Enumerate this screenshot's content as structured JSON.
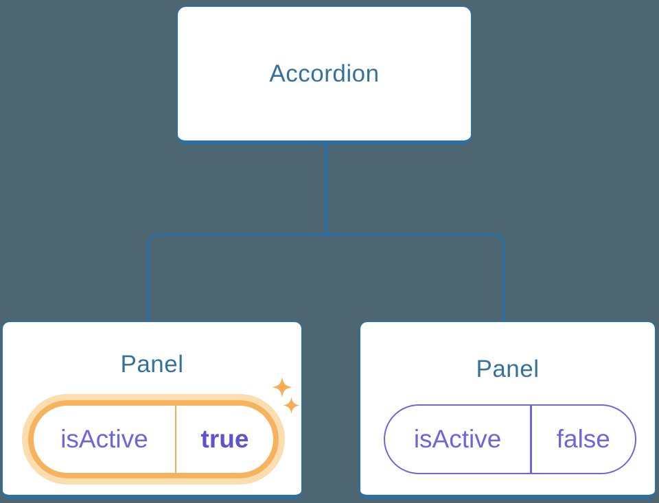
{
  "colors": {
    "background": "#4d6672",
    "tree_line": "#2e6f9f",
    "node_text": "#35719f",
    "state_purple": "#6b66d9",
    "state_purple_bold": "#5b53d1",
    "highlight_orange": "#f7b25e",
    "highlight_glow": "#fbddb0",
    "sparkle_orange": "#f6ad57"
  },
  "icons": {
    "sparkle-icon": "✦"
  },
  "diagram": {
    "root": {
      "label": "Accordion"
    },
    "panels": [
      {
        "title": "Panel",
        "state_prop": "isActive",
        "state_value": "true",
        "highlighted": true
      },
      {
        "title": "Panel",
        "state_prop": "isActive",
        "state_value": "false",
        "highlighted": false
      }
    ]
  }
}
